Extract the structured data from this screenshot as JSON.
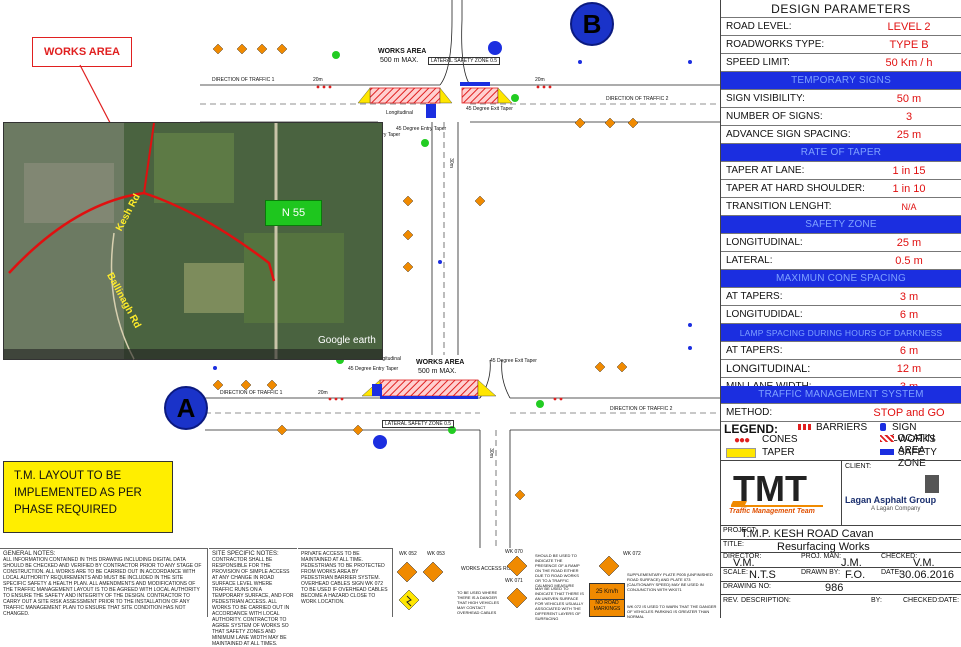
{
  "callout": {
    "works_area": "WORKS AREA"
  },
  "markers": {
    "b": "B",
    "a": "A"
  },
  "map": {
    "n55": "N 55",
    "kesh_rd": "Kesh Rd",
    "ballinagh_rd": "Ballinagh Rd",
    "google": "Google earth"
  },
  "layout_b": {
    "works_area": "WORKS AREA",
    "works_max": "500 m  MAX.",
    "safety_zone": "LATERAL SAFETY ZONE 0.5",
    "direction_1": "DIRECTION OF TRAFFIC 1",
    "direction_2": "DIRECTION OF TRAFFIC 2",
    "dist_20m_a": "20m",
    "dist_20m_b": "20m",
    "longitudinal": "Longitudinal",
    "exit_taper": "45 Degree Exit Taper",
    "entry_taper": "45 Degree Entry Taper",
    "entry_taper_2": "45 Degree Entry Taper",
    "dist_30m": "30m"
  },
  "layout_a": {
    "works_area": "WORKS AREA",
    "works_max": "500 m  MAX.",
    "safety_zone": "LATERAL SAFETY ZONE 0.5",
    "direction_1": "DIRECTION OF TRAFFIC 1",
    "direction_2": "DIRECTION OF TRAFFIC 2",
    "longitudinal": "Longitudinal",
    "exit_taper": "45 Degree Exit Taper",
    "entry_taper": "45 Degree Entry Taper",
    "dist_20m": "20m",
    "dist_30m": "30m"
  },
  "note": "T.M. LAYOUT TO BE IMPLEMENTED AS PER PHASE REQUIRED",
  "design": {
    "title": "DESIGN  PARAMETERS",
    "road_level": {
      "label": "ROAD LEVEL:",
      "value": "LEVEL  2"
    },
    "roadworks_type": {
      "label": "ROADWORKS  TYPE:",
      "value": "TYPE  B"
    },
    "speed_limit": {
      "label": "SPEED LIMIT:",
      "value": "50 Km / h"
    },
    "temporary_signs": "TEMPORARY SIGNS",
    "sign_visibility": {
      "label": "SIGN VISIBILITY:",
      "value": "50 m"
    },
    "number_of_signs": {
      "label": "NUMBER OF SIGNS:",
      "value": "3"
    },
    "advance_spacing": {
      "label": "ADVANCE SIGN SPACING:",
      "value": "25 m"
    },
    "rate_of_taper": "RATE OF TAPER",
    "taper_lane": {
      "label": "TAPER AT LANE:",
      "value": "1 in 15"
    },
    "taper_shoulder": {
      "label": "TAPER AT HARD SHOULDER:",
      "value": "1 in 10"
    },
    "transition": {
      "label": "TRANSITION LENGHT:",
      "value": "N/A"
    },
    "safety_zone": "SAFETY ZONE",
    "longitudinal": {
      "label": "LONGITUDINAL:",
      "value": "25 m"
    },
    "lateral": {
      "label": "LATERAL:",
      "value": "0.5 m"
    },
    "max_cone_spacing": "MAXIMUN CONE SPACING",
    "at_tapers": {
      "label": "AT TAPERS:",
      "value": "3 m"
    },
    "longitudidal": {
      "label": "LONGITUDIDAL:",
      "value": "6 m"
    },
    "lamp_spacing": "LAMP SPACING DURING HOURS OF DARKNESS",
    "lamp_at_tapers": {
      "label": "AT TAPERS:",
      "value": "6 m"
    },
    "lamp_longitudinal": {
      "label": "LONGITUDINAL:",
      "value": "12 m"
    },
    "min_lane_width": {
      "label": "MIN LANE WIDTH:",
      "value": "3 m"
    },
    "tm_system": "TRAFFIC MANAGEMENT SYSTEM",
    "method": {
      "label": "METHOD:",
      "value": "STOP  and  GO"
    }
  },
  "legend": {
    "title": "LEGEND:",
    "barriers": "BARRIERS",
    "sign_location": "SIGN LOCATIN",
    "cones": "CONES",
    "works_area": "WORKS AREA",
    "taper": "TAPER",
    "safety_zone": "SAFETY ZONE"
  },
  "titleblock": {
    "company": "Traffic Management Team",
    "client_label": "CLIENT:",
    "client_name": "Lagan Asphalt Group",
    "client_sub": "A Lagan Company",
    "project_label": "PROJECT:",
    "project": "T.M.P. KESH ROAD  Cavan",
    "title_label": "TITLE:",
    "title": "Resurfacing  Works",
    "director_label": "DIRECTOR:",
    "director": "V.M.",
    "proj_man_label": "PROJ. MAN:",
    "proj_man": "J.M.",
    "checked_label": "CHECKED:",
    "checked": "V.M.",
    "scale_label": "SCALE:",
    "scale": "N.T.S",
    "drawn_label": "DRAWN BY:",
    "drawn": "F.O.",
    "date_label": "DATE:",
    "date": "30.06.2016",
    "drawing_no_label": "DRAWING NO:",
    "drawing_no": "986",
    "rev_label": "REV.",
    "description_label": "DESCRIPTION:",
    "by_label": "BY:",
    "checked2_label": "CHECKED:",
    "date2_label": "DATE:"
  },
  "notes": {
    "general_title": "GENERAL NOTES:",
    "general": "ALL INFORMATION CONTAINED IN THIS DRAWING INCLUDING DIGITAL DATA SHOULD BE CHECKED AND VERIFIED BY CONTRACTOR PRIOR TO ANY STAGE OF CONSTRUCTION. ALL WORKS ARE TO BE CARRIED OUT IN ACCORDANCE WITH LOCAL AUTHORITY REQUIREMENTS AND MUST BE INCLUDED IN THE SITE SPECIFIC SAFETY & HEALTH PLAN. ALL AMENDMENTS AND MODIFICATIONS OF THE TRAFFIC MANAGEMENT LAYOUT IS TO BE AGREED WITH LOCAL AUTHORITY TO ENSURE THE SAFETY AND INTEGRITY OF THE DESIGN. CONTRACTOR TO CARRY OUT A SITE RISK ASSESSMENT PRIOR TO THE INSTALLATION OF ANY TRAFFIC MANAGEMENT PLAN TO ENSURE THAT SITE CONDITION HAS NOT CHANGED.",
    "site_title": "SITE SPECIFIC NOTES:",
    "site": "CONTRACTOR SHALL BE RESPONSIBLE FOR THE PROVISION OF SIMPLE ACCESS AT ANY CHANGE IN ROAD SURFACE LEVEL WHERE TRAFFIC RUNS ON A TEMPORARY SURFACE, AND FOR PEDESTRIAN ACCESS. ALL WORKS TO BE CARRIED OUT IN ACCORDANCE WITH LOCAL AUTHORITY. CONTRACTOR TO AGREE SYSTEM OF WORKS SO THAT SAFETY ZONES AND MINIMUM LANE WIDTH MAY BE MAINTAINED AT ALL TIMES.",
    "site2": "PRIVATE ACCESS TO BE MAINTAINED AT ALL TIME. PEDESTRIANS TO BE PROTECTED FROM WORKS AREA BY PEDESTRIAN BARRIER SYSTEM. OVERHEAD CABLES SIGN WK 072 TO BE USED IF OVERHEAD CABLES BECOME A HAZARD CLOSE TO WORK LOCATION."
  },
  "signs": {
    "wk052": "WK 052",
    "wk053": "WK 053",
    "wk070": "WK 070",
    "wk071": "WK 071",
    "wk072": "WK 072",
    "speed": "25 Km/h",
    "no_markings": "NO ROAD MARKINGS",
    "works_access": "WORKS ACCESS ROAD",
    "desc_070": "SHOULD BE USED TO INDICATE THE PRESENCE OF A RAMP ON THE ROAD EITHER DUE TO ROAD WORKS OR TO A TRAFFIC CALMING MEASURE",
    "desc_072": "TO BE USED WHERE THERE IS A DANGER THAT HIGH VEHICLES MAY CONTACT OVERHEAD CABLES",
    "desc_071": "MAY BE USED TO INDICATE THAT THERE IS AN UNEVEN SURFACE FOR VEHICLES USUALLY ASSOCIATED WITH THE DIFFERENT LAYERS OF SURFACING",
    "desc_plate": "SUPPLEMENTARY PLATE P005 (UNFINISHED ROAD SURFACE) AND PLATE 073 (CAUTIONARY SPEED) MAY BE USED IN CONJUNCTION WITH WK071",
    "desc_warn": "WK 072 IS USED TO WARN THAT THE DANGER OF VEHICLES PARKING IS GREATER THAN NORMAL"
  }
}
